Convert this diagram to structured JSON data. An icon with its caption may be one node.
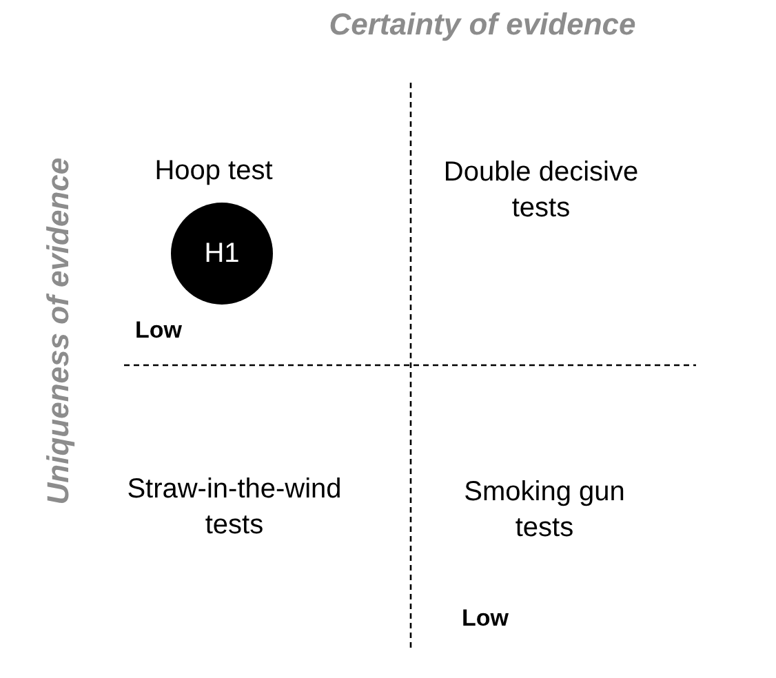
{
  "diagram": {
    "nodes": [
      {
        "text": [
          "H1"
        ]
      }
    ],
    "labels": [
      "Certainty of evidence",
      "Uniqueness of evidence",
      "Hoop test",
      "Double decisive tests",
      "Low",
      "Straw-in-the-wind tests",
      "Smoking gun tests",
      "Low"
    ]
  }
}
